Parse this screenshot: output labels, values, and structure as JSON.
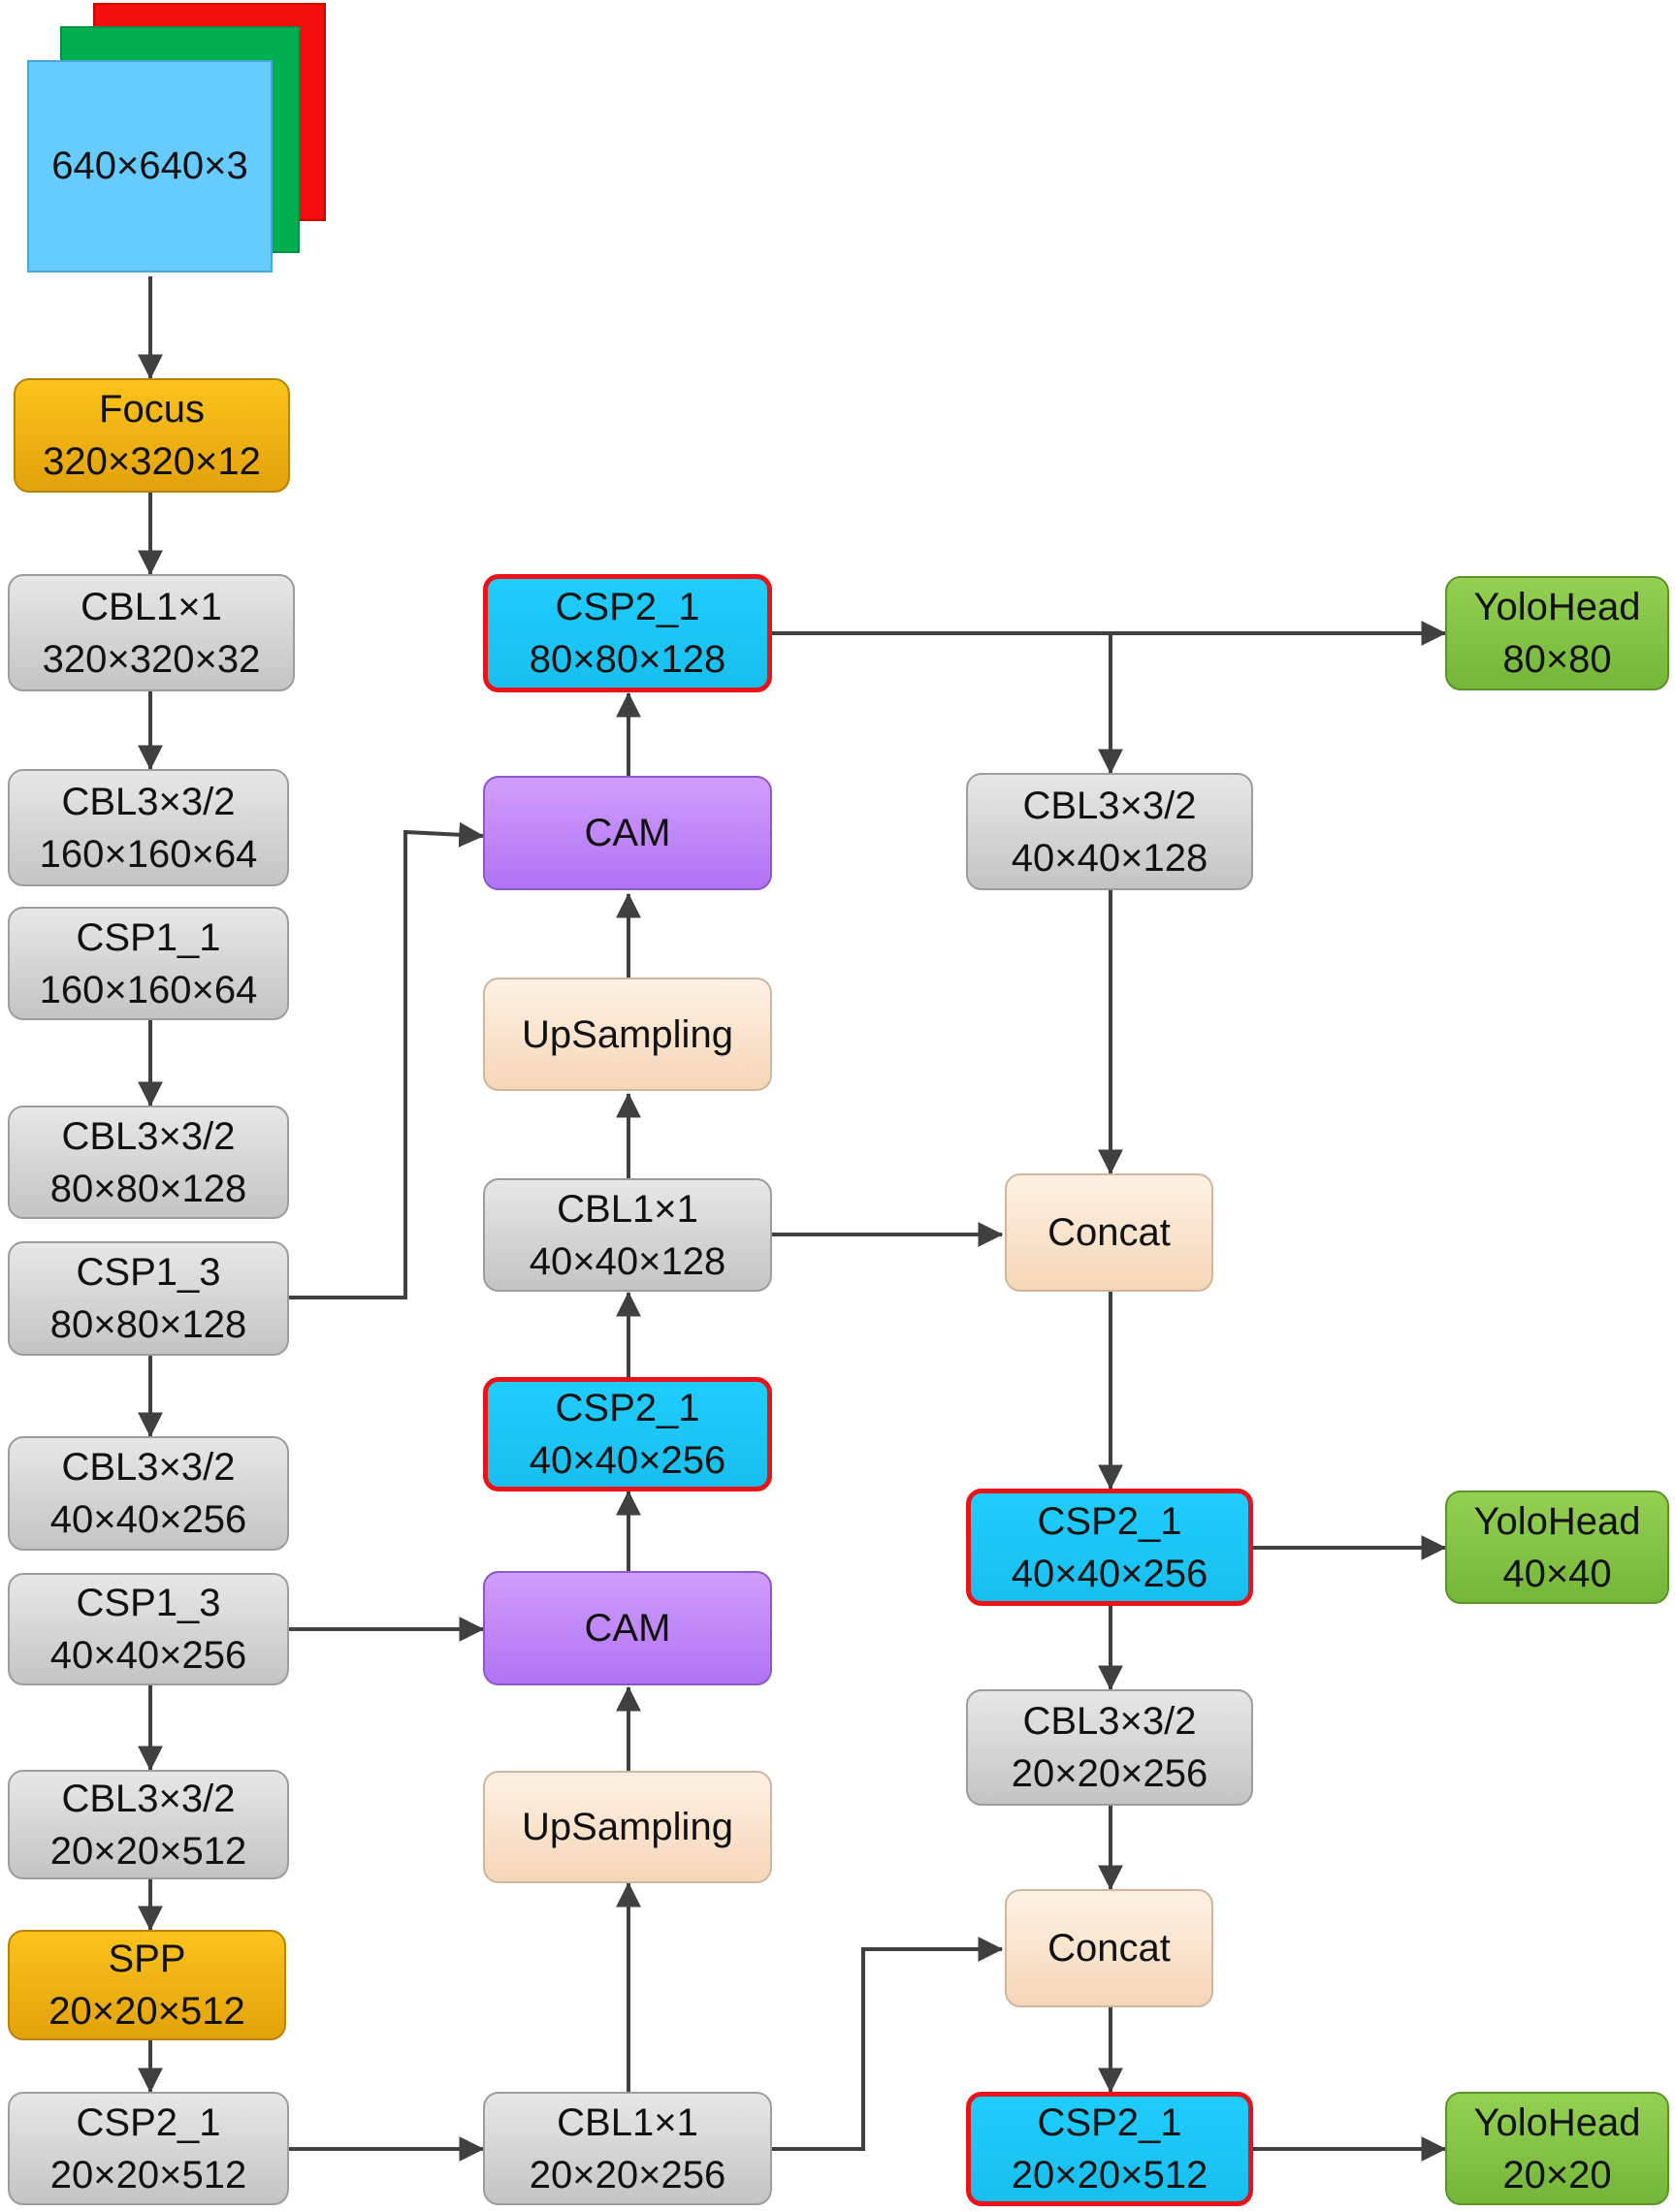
{
  "input": {
    "label": "640×640×3"
  },
  "backbone": {
    "focus": {
      "name": "Focus",
      "shape": "320×320×12"
    },
    "cbl1": {
      "name": "CBL1×1",
      "shape": "320×320×32"
    },
    "cbl2": {
      "name": "CBL3×3/2",
      "shape": "160×160×64"
    },
    "csp1": {
      "name": "CSP1_1",
      "shape": "160×160×64"
    },
    "cbl3": {
      "name": "CBL3×3/2",
      "shape": "80×80×128"
    },
    "csp2": {
      "name": "CSP1_3",
      "shape": "80×80×128"
    },
    "cbl4": {
      "name": "CBL3×3/2",
      "shape": "40×40×256"
    },
    "csp3": {
      "name": "CSP1_3",
      "shape": "40×40×256"
    },
    "cbl5": {
      "name": "CBL3×3/2",
      "shape": "20×20×512"
    },
    "spp": {
      "name": "SPP",
      "shape": "20×20×512"
    },
    "csp4": {
      "name": "CSP2_1",
      "shape": "20×20×512"
    }
  },
  "neck": {
    "csp_top": {
      "name": "CSP2_1",
      "shape": "80×80×128"
    },
    "cam_top": {
      "name": "CAM"
    },
    "up_top": {
      "name": "UpSampling"
    },
    "cbl_mid": {
      "name": "CBL1×1",
      "shape": "40×40×128"
    },
    "csp_mid": {
      "name": "CSP2_1",
      "shape": "40×40×256"
    },
    "cam_low": {
      "name": "CAM"
    },
    "up_low": {
      "name": "UpSampling"
    },
    "cbl_low": {
      "name": "CBL1×1",
      "shape": "20×20×256"
    }
  },
  "head": {
    "cbl_a": {
      "name": "CBL3×3/2",
      "shape": "40×40×128"
    },
    "concat_a": {
      "name": "Concat"
    },
    "csp_a": {
      "name": "CSP2_1",
      "shape": "40×40×256"
    },
    "cbl_b": {
      "name": "CBL3×3/2",
      "shape": "20×20×256"
    },
    "concat_b": {
      "name": "Concat"
    },
    "csp_b": {
      "name": "CSP2_1",
      "shape": "20×20×512"
    },
    "yolo_1": {
      "name": "YoloHead",
      "shape": "80×80"
    },
    "yolo_2": {
      "name": "YoloHead",
      "shape": "40×40"
    },
    "yolo_3": {
      "name": "YoloHead",
      "shape": "20×20"
    }
  },
  "colors": {
    "cbl": "#d6d6d6",
    "focus_spp": "#f5b714",
    "cam": "#c28af8",
    "upsample_concat": "#fae4cf",
    "csp2_highlight": "#1cc6f7",
    "highlight_border": "#e8141a",
    "yolohead": "#82c444",
    "arrow": "#404040"
  }
}
